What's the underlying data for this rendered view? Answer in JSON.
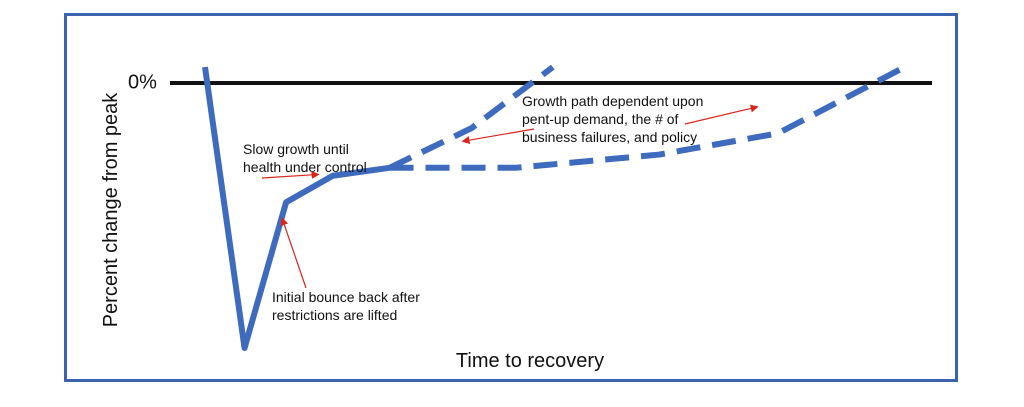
{
  "chart_data": {
    "type": "line",
    "xlabel": "Time to recovery",
    "ylabel": "Percent change from peak",
    "zero_label": "0%",
    "colors": {
      "series": "#3f6bbf",
      "baseline": "#111111",
      "arrow": "#d9261c",
      "frame": "#3b63b0"
    },
    "series": [
      {
        "style": "solid",
        "x": [
          0,
          3.9,
          8.0,
          12.6,
          18.2
        ],
        "y": [
          6,
          -100,
          -45,
          -35,
          -32
        ]
      },
      {
        "style": "dashed",
        "x": [
          18.2,
          26.3,
          34.3
        ],
        "y": [
          -32,
          -17,
          6
        ]
      },
      {
        "style": "dashed",
        "x": [
          18.2,
          30.6,
          44.8,
          56.5,
          69.0
        ],
        "y": [
          -32,
          -32,
          -27,
          -19,
          6
        ]
      }
    ],
    "annotations": [
      {
        "text": [
          "Slow growth until",
          "health under control"
        ],
        "arrow_to": [
          11.2,
          -34.5
        ]
      },
      {
        "text": [
          "Initial bounce back after",
          "restrictions are lifted"
        ],
        "arrow_to": [
          7.6,
          -51
        ]
      },
      {
        "text": [
          "Growth path dependent upon",
          "pent-up demand, the # of",
          "business failures, and policy"
        ],
        "arrow_to": [
          [
            25.4,
            -22
          ],
          [
            54.5,
            -9
          ]
        ]
      }
    ]
  }
}
